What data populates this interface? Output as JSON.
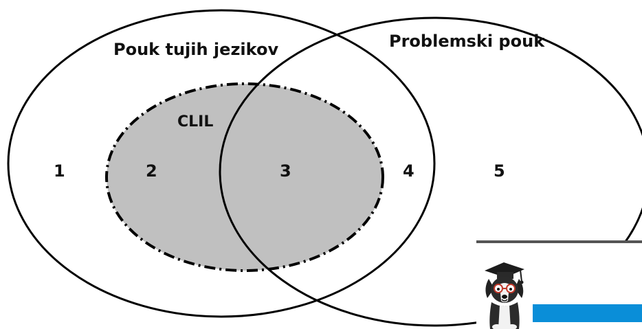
{
  "diagram": {
    "set_left_label": "Pouk tujih jezikov",
    "set_right_label": "Problemski pouk",
    "set_inner_label": "CLIL",
    "regions": [
      "1",
      "2",
      "3",
      "4",
      "5"
    ]
  },
  "colors": {
    "outline": "#000000",
    "clil_fill": "#c0c0c0",
    "overlay_bar": "#0a8ed8",
    "overlay_rule": "#555555"
  },
  "overlay": {
    "icon": "graduate-dog-mascot-icon"
  }
}
